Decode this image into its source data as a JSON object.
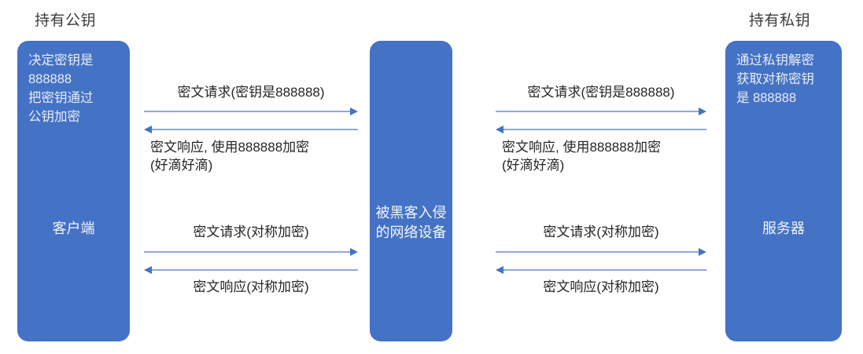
{
  "diagram": {
    "title_visible": false,
    "accent_color": "#4472C4",
    "line_color": "#8EA9DB",
    "background": "#ffffff"
  },
  "headers": {
    "left": "持有公钥",
    "right": "持有私钥"
  },
  "nodes": {
    "client": {
      "note": "决定密钥是\n888888\n把密钥通过\n公钥加密",
      "title": "客户端"
    },
    "device": {
      "title": "被黑客入侵\n的网络设备"
    },
    "server": {
      "note": "通过私钥解密\n获取对称密钥\n是 888888",
      "title": "服务器"
    }
  },
  "flows": {
    "left_upper_request": "密文请求(密钥是888888)",
    "left_upper_response": "密文响应, 使用888888加密\n(好滴好滴)",
    "left_lower_request": "密文请求(对称加密)",
    "left_lower_response": "密文响应(对称加密)",
    "right_upper_request": "密文请求(密钥是888888)",
    "right_upper_response": "密文响应, 使用888888加密\n(好滴好滴)",
    "right_lower_request": "密文请求(对称加密)",
    "right_lower_response": "密文响应(对称加密)"
  }
}
